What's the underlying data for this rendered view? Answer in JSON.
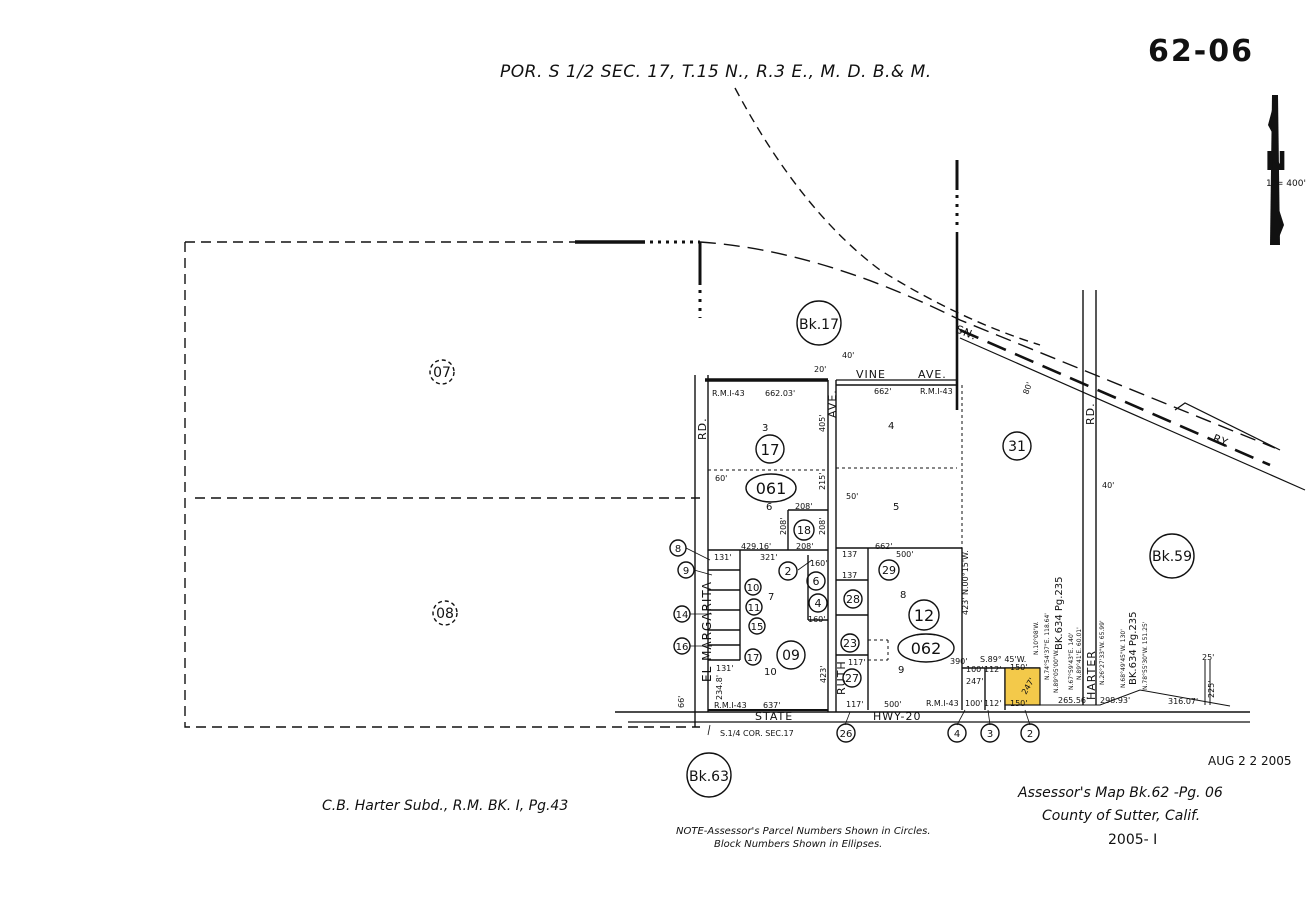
{
  "map_number": "62-06",
  "section_heading": "POR. S 1/2 SEC. 17, T.15 N., R.3 E., M. D. B.& M.",
  "north": {
    "letter": "N",
    "scale": "1\"= 400'"
  },
  "book_refs": {
    "bk17": "Bk.17",
    "bk59": "Bk.59",
    "bk63": "Bk.63"
  },
  "large_parcels": {
    "p07": "07",
    "p08": "08",
    "p31": "31",
    "p17": "17",
    "p12": "12",
    "p09": "09"
  },
  "blocks": {
    "b061": "061",
    "b062": "062"
  },
  "streets": {
    "vine": "VINE",
    "vine_ave": "AVE.",
    "sn": "SN.",
    "ry": "RY.",
    "rd_left": "RD.",
    "rd_right": "RD.",
    "ave": "AVE.",
    "el_margarita": "EL MARGARITA",
    "ruth": "RUTH",
    "harter": "HARTER",
    "state": "STATE",
    "hwy": "HWY-20"
  },
  "lots": {
    "l3": "3",
    "l4": "4",
    "l5": "5",
    "l6": "6",
    "l7": "7",
    "l8": "8",
    "l9": "9",
    "l10": "10"
  },
  "small_parcels": {
    "c18": "18",
    "c2": "2",
    "c6": "6",
    "c4": "4",
    "c28": "28",
    "c29": "29",
    "c23": "23",
    "c27": "27",
    "c8": "8",
    "c9": "9",
    "c10": "10",
    "c11": "11",
    "c14": "14",
    "c15": "15",
    "c16": "16",
    "c17": "17",
    "c26": "26",
    "c4b": "4",
    "c3b": "3",
    "c2b": "2"
  },
  "dims": {
    "rm_a": "R.M.I-43",
    "d662a": "662.03'",
    "rm_b": "R.M.I-43",
    "d662b": "662'",
    "d20": "20'",
    "d40": "40'",
    "d405": "405'",
    "d60": "60'",
    "d50": "50'",
    "d215": "215'",
    "d208a": "208'",
    "d208b": "208'",
    "d208c": "208'",
    "d208d": "208'",
    "d429": "429.16'",
    "d321": "321'",
    "d160a": "160'",
    "d160b": "160'",
    "d137a": "137",
    "d137b": "137",
    "d662c": "662'",
    "d500a": "500'",
    "d423a": "423'",
    "d390": "390'",
    "d247a": "247'",
    "d100a": "100'",
    "d100b": "100'",
    "d112a": "112'",
    "d112b": "112'",
    "d150a": "150'",
    "d150b": "150'",
    "d247b": "247'",
    "s89": "S.89° 45'W.",
    "n00": "N.00°15'W.",
    "d131a": "131'",
    "d131b": "131'",
    "d234": "234.8'",
    "d637": "637'",
    "rm_c": "R.M.I-43",
    "d423b": "423'",
    "d117a": "117'",
    "d117b": "117'",
    "d500b": "500'",
    "rm_d": "R.M.I-43",
    "d66": "66'",
    "d80": "80'",
    "d40b": "40'",
    "d26556": "265.56'",
    "d29893": "298.93'",
    "d31607": "316.07'",
    "d225": "225'",
    "d25": "25'",
    "bk634a": "BK.634 Pg.235",
    "bk634b": "BK.634 Pg.235",
    "nw1": "N.89°05'00\"W.",
    "nw2": "N.67°59'43\"E. 140'",
    "nw3": "N.74°54'37\"E. 118.64'",
    "nw4": "N.89°41'E. 60.01'",
    "nw5": "N.26°27'33\"W. 65.99'",
    "nw6": "N.68°49'45\"W. 130'",
    "nw7": "N.78°55'30\"W. 151.25'",
    "nw8": "N.10°08'W."
  },
  "sec_corner": "S.1/4 COR. SEC.17",
  "footer": {
    "subd": "C.B. Harter Subd., R.M. BK. I, Pg.43",
    "note1": "NOTE-Assessor's Parcel Numbers Shown in Circles.",
    "note2": "Block Numbers Shown in Ellipses.",
    "date": "AUG 2 2 2005",
    "assessor": "Assessor's Map  Bk.62 -Pg. 06",
    "county": "County of Sutter, Calif.",
    "year": "2005- I"
  },
  "colors": {
    "highlight": "#f3c94a",
    "ink": "#111111"
  }
}
